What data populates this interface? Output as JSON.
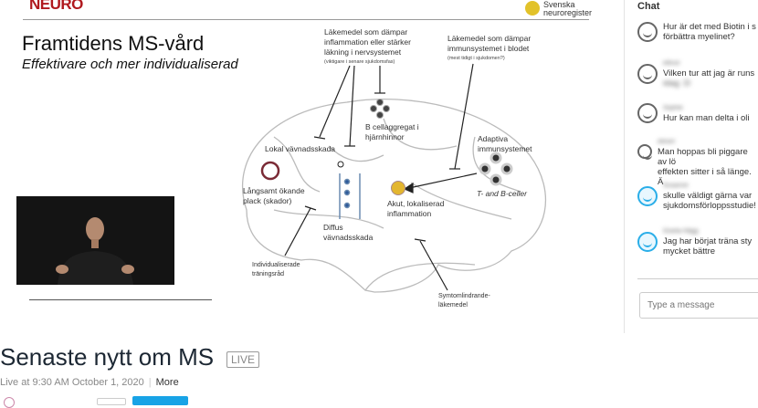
{
  "slide": {
    "logo": "NEURO",
    "registry": [
      "Svenska",
      "neuroregister"
    ],
    "title": "Framtidens MS-vård",
    "subtitle": "Effektivare och mer individualiserad",
    "labels": {
      "drug_inflammation": [
        "Läkemedel som dämpar",
        "inflammation eller stärker",
        "läkning i nervsystemet"
      ],
      "drug_inflammation_note": "(viktigare i senare sjukdomsfas)",
      "drug_immune": [
        "Läkemedel som dämpar",
        "immunsystemet i blodet"
      ],
      "drug_immune_note": "(mest tidigt i sjukdomen?)",
      "b_cell": [
        "B cellaggregat i",
        "hjärnhinnor"
      ],
      "adaptive": [
        "Adaptiva",
        "immunsystemet"
      ],
      "tb_cells": "T- and B-celler",
      "local_damage": "Lokal vävnadsskada",
      "slow_plaque": [
        "Långsamt ökande",
        "plack (skador)"
      ],
      "acute": [
        "Akut, lokaliserad",
        "inflammation"
      ],
      "diffuse": [
        "Diffus",
        "vävnadsskada"
      ],
      "training": [
        "Individualiserade",
        "träningsråd"
      ],
      "symptom": [
        "Symtomlindrande-",
        "läkemedel"
      ]
    }
  },
  "chat": {
    "title": "Chat",
    "messages": [
      {
        "author": "",
        "text": [
          "Hur är det med Biotin i s",
          "förbättra myelinet?"
        ]
      },
      {
        "author": "ellinor",
        "text": [
          "Vilken tur att jag är runs",
          "idag :D"
        ]
      },
      {
        "author": "Sophie",
        "text": [
          "Hur kan man delta i oli"
        ]
      },
      {
        "author": "elinorr",
        "text": [
          "Man hoppas bli piggare av lö",
          "effekten sitter i så länge. Ä"
        ]
      },
      {
        "author": "Susanne",
        "text": [
          "skulle väldigt gärna var",
          "sjukdomsförloppsstudie!"
        ]
      },
      {
        "author": "Gisela Hägg",
        "text": [
          "Jag har börjat träna sty",
          "mycket bättre"
        ]
      }
    ],
    "input_placeholder": "Type a message"
  },
  "event": {
    "title": "Senaste nytt om MS",
    "badge": "LIVE",
    "meta": "Live at 9:30 AM October 1, 2020",
    "more": "More"
  },
  "colors": {
    "accent": "#18a3e6",
    "logo": "#b0191e"
  }
}
